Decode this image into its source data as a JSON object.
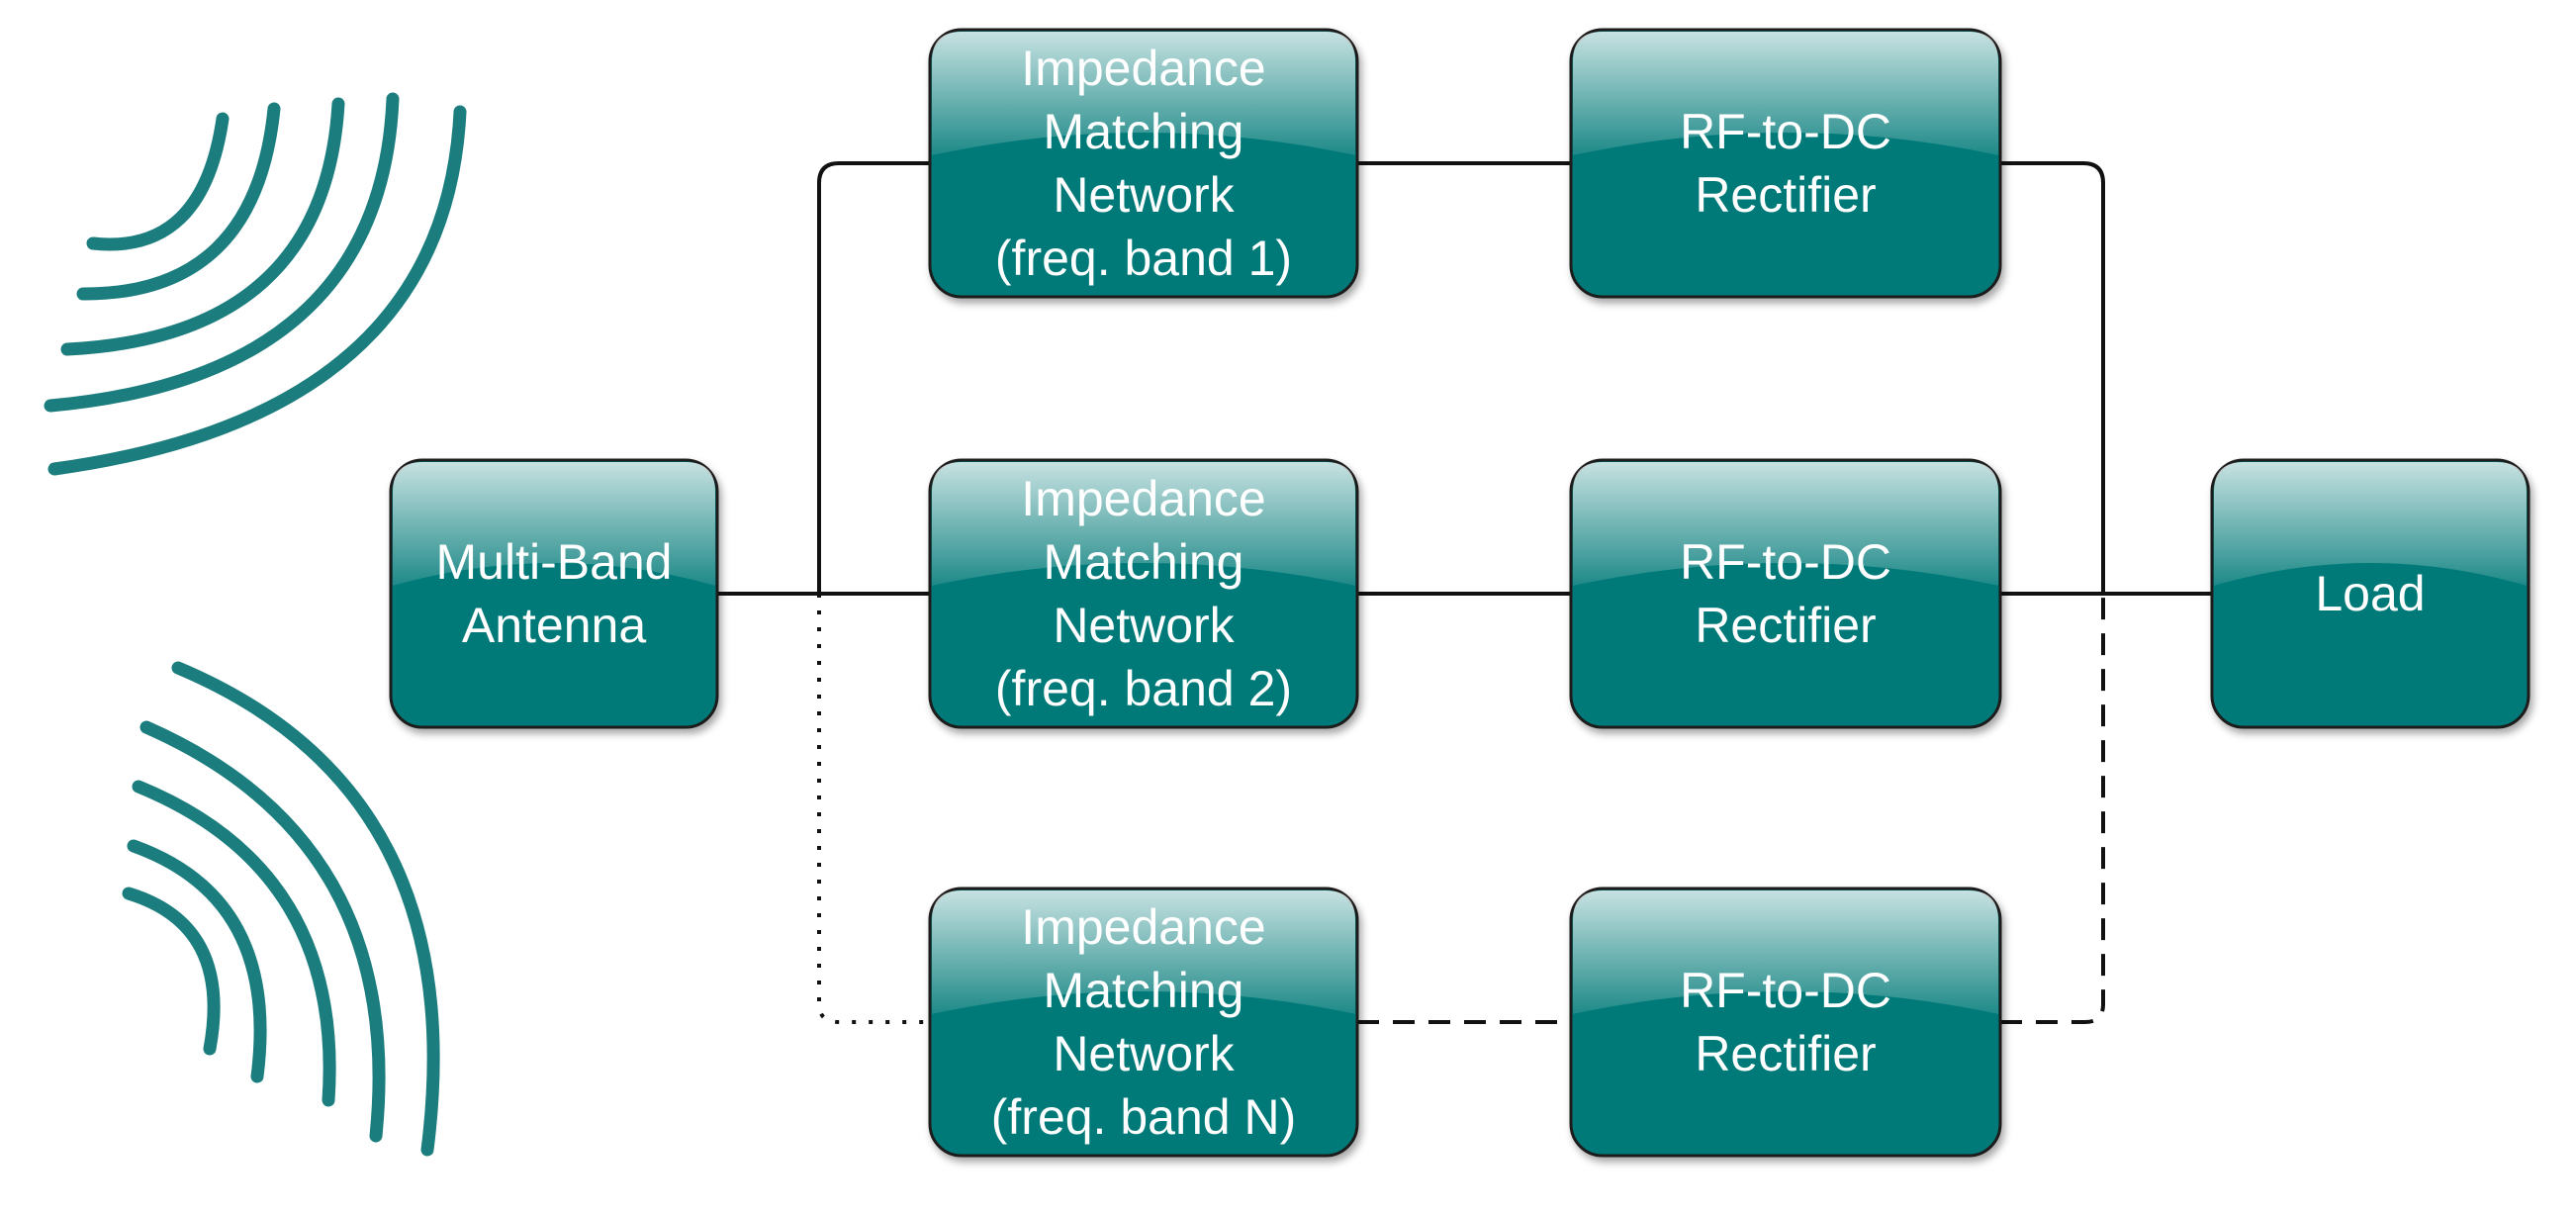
{
  "colors": {
    "box_fill": "#007a78",
    "box_stroke": "#1c1c1c",
    "wave": "#1b7d7d",
    "line": "#111111"
  },
  "nodes": {
    "antenna": {
      "lines": [
        "Multi-Band",
        "Antenna"
      ]
    },
    "imn1": {
      "lines": [
        "Impedance",
        "Matching",
        "Network",
        "(freq. band 1)"
      ]
    },
    "imn2": {
      "lines": [
        "Impedance",
        "Matching",
        "Network",
        "(freq. band 2)"
      ]
    },
    "imnN": {
      "lines": [
        "Impedance",
        "Matching",
        "Network",
        "(freq. band N)"
      ]
    },
    "rect1": {
      "lines": [
        "RF-to-DC",
        "Rectifier"
      ]
    },
    "rect2": {
      "lines": [
        "RF-to-DC",
        "Rectifier"
      ]
    },
    "rectN": {
      "lines": [
        "RF-to-DC",
        "Rectifier"
      ]
    },
    "load": {
      "lines": [
        "Load"
      ]
    }
  },
  "connections": [
    {
      "from": "antenna",
      "to": "imn1",
      "style": "solid"
    },
    {
      "from": "antenna",
      "to": "imn2",
      "style": "solid"
    },
    {
      "from": "antenna",
      "to": "imnN",
      "style": "dotted"
    },
    {
      "from": "imn1",
      "to": "rect1",
      "style": "solid"
    },
    {
      "from": "imn2",
      "to": "rect2",
      "style": "solid"
    },
    {
      "from": "imnN",
      "to": "rectN",
      "style": "dashed"
    },
    {
      "from": "rect1",
      "to": "load",
      "style": "solid"
    },
    {
      "from": "rect2",
      "to": "load",
      "style": "solid"
    },
    {
      "from": "rectN",
      "to": "load",
      "style": "dashed"
    }
  ],
  "icons": [
    "rf-waves-icon",
    "rf-waves-icon"
  ]
}
